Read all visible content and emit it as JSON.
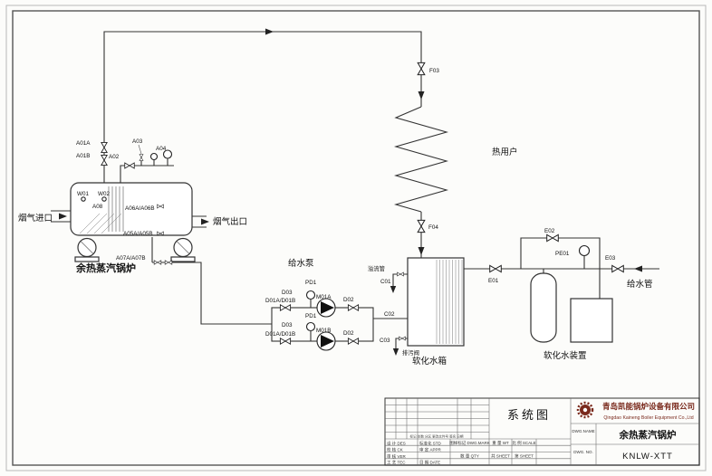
{
  "colors": {
    "line": "#333333",
    "paper": "#fcfcfa",
    "logo_red": "#7a2a1d"
  },
  "labels": {
    "flue_inlet": "烟气进口",
    "flue_outlet": "烟气出口",
    "boiler": "余热蒸汽锅炉",
    "heat_user": "热用户",
    "feed_pump": "给水泵",
    "overflow": "溢流管",
    "drain_valve": "排污阀",
    "soft_tank": "软化水箱",
    "softener": "软化水装置",
    "feed_pipe": "给水管"
  },
  "tags": {
    "a01a": "A01A",
    "a01b": "A01B",
    "a02": "A02",
    "a03": "A03",
    "a04": "A04",
    "a05": "A05A/A05B",
    "a06": "A06A/A06B",
    "a07": "A07A/A07B",
    "a08": "A08",
    "w01": "W01",
    "w02": "W02",
    "f03": "F03",
    "f04": "F04",
    "pd1_top": "PD1",
    "pd1_btm": "PD1",
    "d03_top": "D03",
    "d03_btm": "D03",
    "m01a": "M01A",
    "m01b": "M01B",
    "d01_top": "D01A/D01B",
    "d01_btm": "D01A/D01B",
    "d02_top": "D02",
    "d02_btm": "D02",
    "c01": "C01",
    "c02": "C02",
    "c03": "C03",
    "e01": "E01",
    "e02": "E02",
    "e03": "E03",
    "pe01": "PE01"
  },
  "title_block": {
    "drawing_title": "系统图",
    "company_cn": "青岛凯能锅炉设备有限公司",
    "company_en": "Qingdao Kaineng Boiler Equipment Co.,Ltd",
    "dwg_name_label": "DWG.NAME",
    "dwg_name": "余热蒸汽锅炉",
    "dwg_no_label": "DWG. NO.",
    "dwg_no": "KNLW-XTT",
    "revision_header": "标记 处数 分区 更改文件号 签名 日期",
    "des": "设 计 DES",
    "ck": "校 核 CK",
    "ver": "审 核 VER",
    "tec": "工 艺 TEC",
    "std": "标准化 STD",
    "appr": "审 定 APPR",
    "date": "日 期 DATE",
    "mark": "图样标记 DWG.MARK",
    "weight": "重 量 WT",
    "scale": "比 例 SCALE",
    "qty": "数 量 QTY",
    "sheets": "共 SHEET",
    "sheet_no": "第 SHEET"
  }
}
